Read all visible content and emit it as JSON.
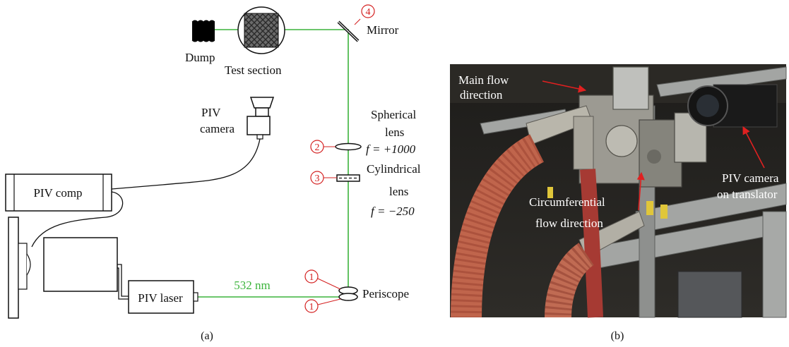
{
  "panel_a": {
    "labels": {
      "mirror": "Mirror",
      "dump": "Dump",
      "test_section": "Test section",
      "piv_camera_1": "PIV",
      "piv_camera_2": "camera",
      "spherical_1": "Spherical",
      "spherical_2": "lens",
      "spherical_focal": "f = +1000",
      "cylindrical_1": "Cylindrical",
      "cylindrical_2": "lens",
      "cylindrical_focal": "f = −250",
      "piv_comp": "PIV comp",
      "piv_laser": "PIV laser",
      "wavelength": "532 nm",
      "periscope": "Periscope"
    },
    "markers": {
      "mirror": "4",
      "spherical": "2",
      "cylindrical": "3",
      "periscope_top": "1",
      "periscope_bottom": "1"
    },
    "caption": "(a)",
    "colors": {
      "beam": "#3cb43c",
      "marker": "#d42020",
      "wavelength_text": "#3cb43c"
    }
  },
  "panel_b": {
    "labels": {
      "main_flow_1": "Main flow",
      "main_flow_2": "direction",
      "circ_1": "Circumferential",
      "circ_2": "flow direction",
      "camera_1": "PIV camera",
      "camera_2": "on translator"
    },
    "caption": "(b)",
    "colors": {
      "arrow": "#e02020"
    }
  }
}
